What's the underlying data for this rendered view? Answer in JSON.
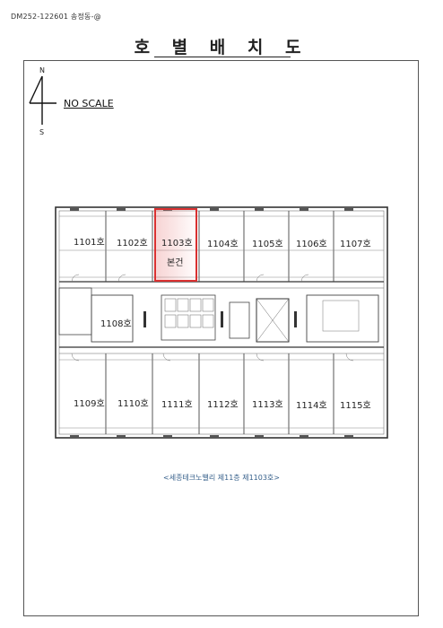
{
  "document": {
    "doc_id": "DM252-122601 송정동-@",
    "title": "호 별 배 치 도",
    "compass": {
      "north": "N",
      "south": "S"
    },
    "scale_note": "NO SCALE",
    "caption": "<세종테크노밸리 제11층 제1103호>"
  },
  "floor_plan": {
    "top_units": [
      {
        "label": "1101호",
        "selected": false
      },
      {
        "label": "1102호",
        "selected": false
      },
      {
        "label": "1103호",
        "selected": true,
        "note": "본건"
      },
      {
        "label": "1104호",
        "selected": false
      },
      {
        "label": "1105호",
        "selected": false
      },
      {
        "label": "1106호",
        "selected": false
      },
      {
        "label": "1107호",
        "selected": false
      }
    ],
    "side_unit": {
      "label": "1108호"
    },
    "bottom_units": [
      {
        "label": "1109호"
      },
      {
        "label": "1110호"
      },
      {
        "label": "1111호"
      },
      {
        "label": "1112호"
      },
      {
        "label": "1113호"
      },
      {
        "label": "1114호"
      },
      {
        "label": "1115호"
      }
    ],
    "highlight_color": "#d93030"
  }
}
